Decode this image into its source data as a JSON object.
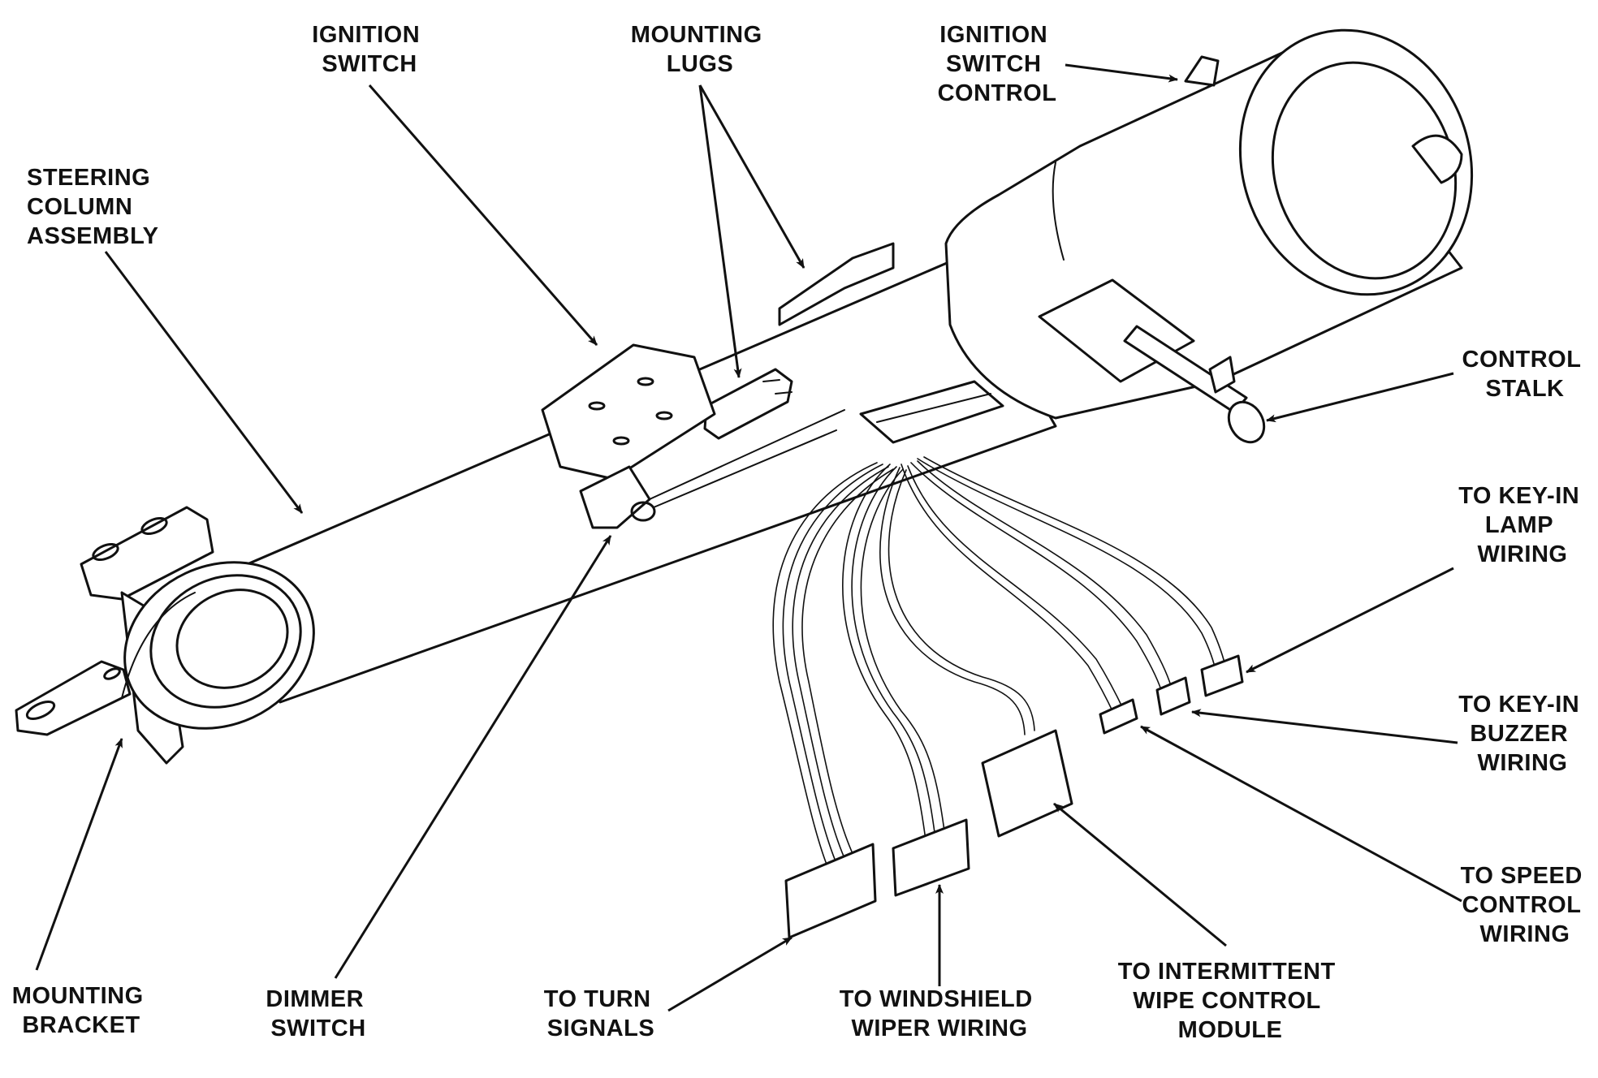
{
  "callouts": {
    "ignition_switch": [
      "IGNITION",
      "SWITCH"
    ],
    "mounting_lugs": [
      "MOUNTING",
      "LUGS"
    ],
    "ignition_switch_control": [
      "IGNITION",
      "SWITCH",
      "CONTROL"
    ],
    "steering_column_assembly": [
      "STEERING",
      "COLUMN",
      "ASSEMBLY"
    ],
    "control_stalk": [
      "CONTROL",
      "STALK"
    ],
    "key_in_lamp_wiring": [
      "TO KEY-IN",
      "LAMP",
      "WIRING"
    ],
    "key_in_buzzer_wiring": [
      "TO KEY-IN",
      "BUZZER",
      "WIRING"
    ],
    "speed_control_wiring": [
      "TO SPEED",
      "CONTROL",
      "WIRING"
    ],
    "intermittent_wipe_module": [
      "TO INTERMITTENT",
      "WIPE CONTROL",
      "MODULE"
    ],
    "windshield_wiper_wiring": [
      "TO WINDSHIELD",
      "WIPER WIRING"
    ],
    "turn_signals": [
      "TO TURN",
      "SIGNALS"
    ],
    "dimmer_switch": [
      "DIMMER",
      "SWITCH"
    ],
    "mounting_bracket": [
      "MOUNTING",
      "BRACKET"
    ]
  }
}
